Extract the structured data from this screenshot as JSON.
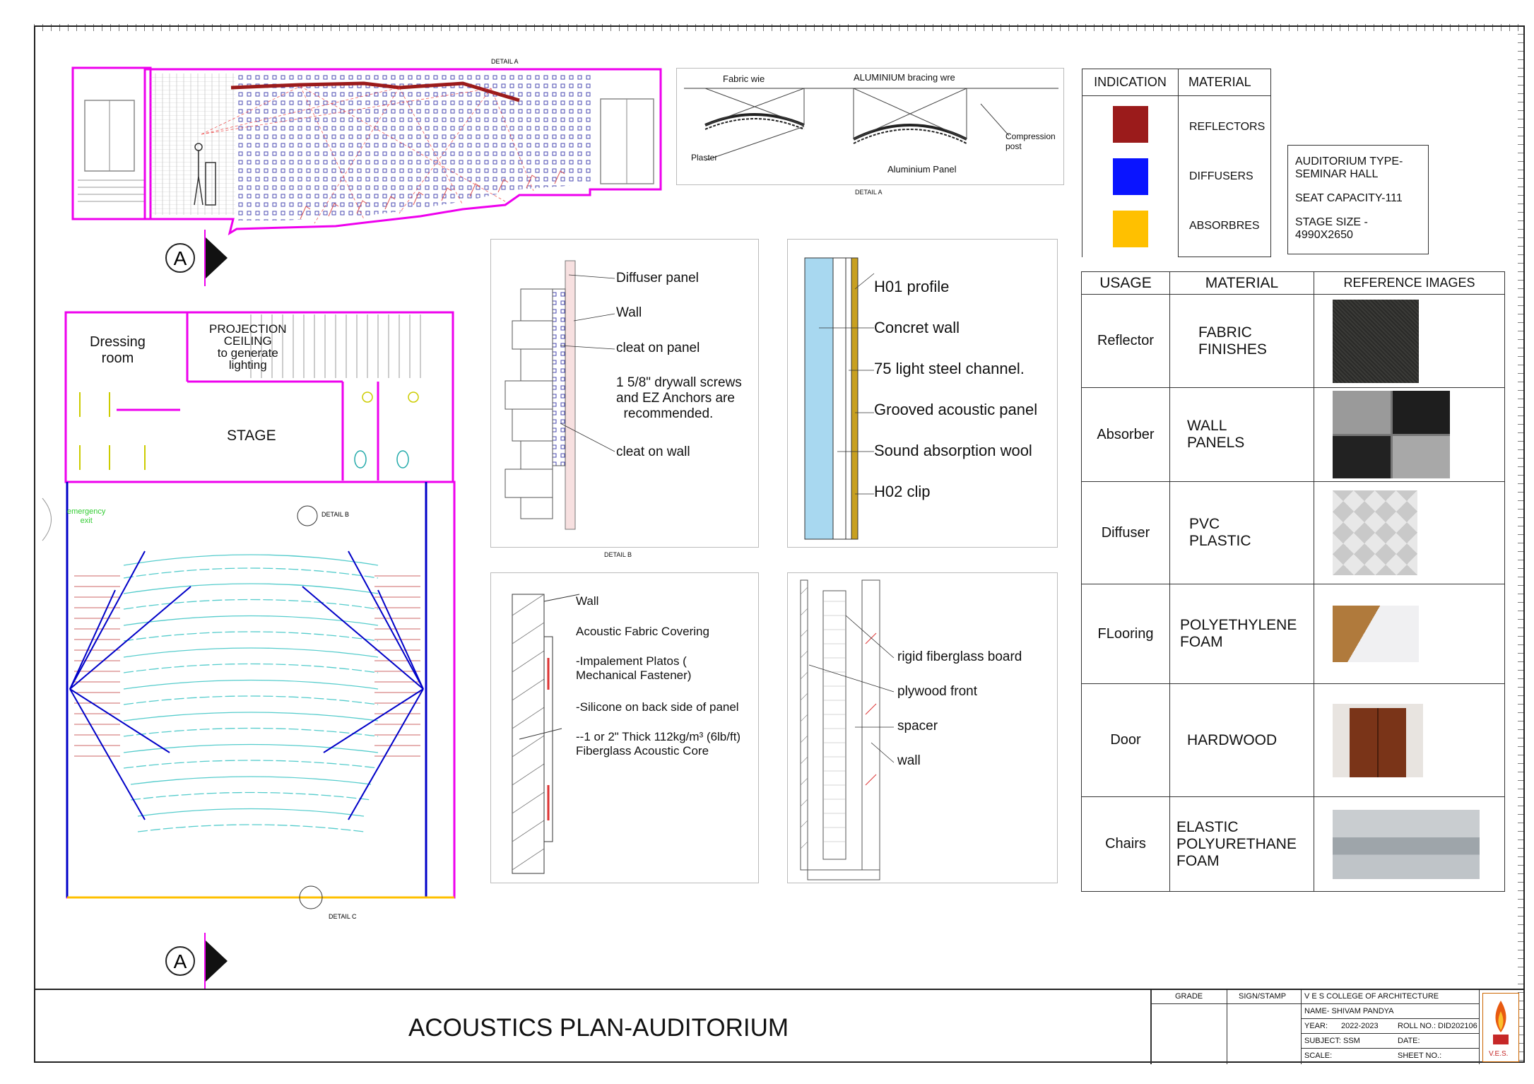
{
  "sheet_title": "ACOUSTICS PLAN-AUDITORIUM",
  "section_marker": "A",
  "section_labels": {
    "detail_a": "DETAIL A",
    "detail_b": "DETAIL B",
    "detail_c": "DETAIL C"
  },
  "plan_labels": {
    "dressing": "Dressing\nroom",
    "projection": "PROJECTION\nCEILING\nto generate\nlighting",
    "stage": "STAGE",
    "emergency": "emergency\nexit"
  },
  "detail_a": {
    "fabric": "Fabric wie",
    "bracing": "ALUMINIUM bracing wre",
    "compression": "Compression\npost",
    "plaster": "Plaster",
    "panel": "Aluminium Panel",
    "caption": "DETAIL A"
  },
  "legend": {
    "headers": [
      "INDICATION",
      "MATERIAL"
    ],
    "rows": [
      {
        "color": "#9b1b1b",
        "material": "REFLECTORS"
      },
      {
        "color": "#0a14ff",
        "material": "DIFFUSERS"
      },
      {
        "color": "#ffc000",
        "material": "ABSORBRES"
      }
    ]
  },
  "info_box": {
    "type": "AUDITORIUM TYPE-\nSEMINAR HALL",
    "capacity": "SEAT CAPACITY-111",
    "stage": "STAGE SIZE -\n4990X2650"
  },
  "detail_b_box": {
    "labels": [
      "Diffuser panel",
      "Wall",
      "cleat on panel",
      "1 5/8\" drywall screws\nand EZ Anchors are\n  recommended.",
      "cleat on wall"
    ],
    "caption": "DETAIL B"
  },
  "wall_section_box": {
    "labels": [
      "H01 profile",
      "Concret wall",
      "75 light steel channel.",
      "Grooved acoustic panel",
      "Sound absorption wool",
      "H02 clip"
    ]
  },
  "fabric_box": {
    "labels": [
      "Wall",
      "Acoustic Fabric Covering",
      "-Impalement Platos (\nMechanical Fastener)",
      "-Silicone on back side of panel",
      "--1 or 2\" Thick 112kg/m³ (6lb/ft)\nFiberglass Acoustic Core"
    ]
  },
  "fiberglass_box": {
    "labels": [
      "rigid fiberglass board",
      "plywood front",
      "spacer",
      "wall"
    ]
  },
  "materials_table": {
    "headers": [
      "USAGE",
      "MATERIAL",
      "REFERENCE IMAGES"
    ],
    "rows": [
      {
        "usage": "Reflector",
        "material": "FABRIC\nFINISHES",
        "image": "fabric-swatch"
      },
      {
        "usage": "Absorber",
        "material": "WALL\nPANELS",
        "image": "wall-panels"
      },
      {
        "usage": "Diffuser",
        "material": "PVC\nPLASTIC",
        "image": "pvc-pyramids"
      },
      {
        "usage": "FLooring",
        "material": "POLYETHYLENE\nFOAM",
        "image": "foam-roll"
      },
      {
        "usage": "Door",
        "material": "HARDWOOD",
        "image": "wooden-door"
      },
      {
        "usage": "Chairs",
        "material": "ELASTIC\nPOLYURETHANE\nFOAM",
        "image": "foam-slab"
      }
    ]
  },
  "title_block": {
    "grade": "GRADE",
    "sign": "SIGN/STAMP",
    "college": "V E S COLLEGE OF ARCHITECTURE",
    "name": "NAME- SHIVAM PANDYA",
    "year_label": "YEAR:",
    "year": "2022-2023",
    "roll": "ROLL NO.: DID202106",
    "subject": "SUBJECT: SSM",
    "date": "DATE:",
    "scale": "SCALE:",
    "sheet": "SHEET NO.:",
    "logo_text": "V.E.S."
  }
}
